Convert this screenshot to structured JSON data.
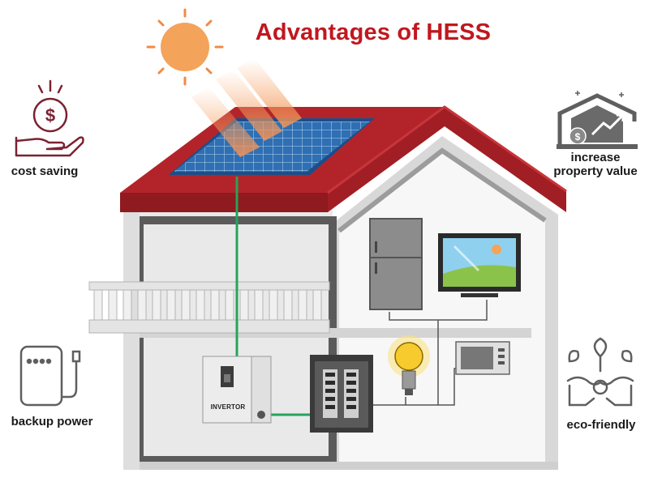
{
  "title": "Advantages of HESS",
  "features": {
    "cost_saving": "cost saving",
    "property_value_line1": "increase",
    "property_value_line2": "property value",
    "backup_power": "backup power",
    "eco_friendly": "eco-friendly"
  },
  "inverter_label": "INVERTOR",
  "icons": {
    "cost_saving": "hand-dollar-icon",
    "property_value": "house-growth-icon",
    "backup_power": "power-bank-icon",
    "eco_friendly": "eco-hands-icon"
  },
  "colors": {
    "title": "#c0181f",
    "roof": "#b3242a",
    "icon_maroon": "#7c2231",
    "icon_gray": "#5f5f5f",
    "cable_green": "#27a35a",
    "sun": "#f4a35a"
  }
}
